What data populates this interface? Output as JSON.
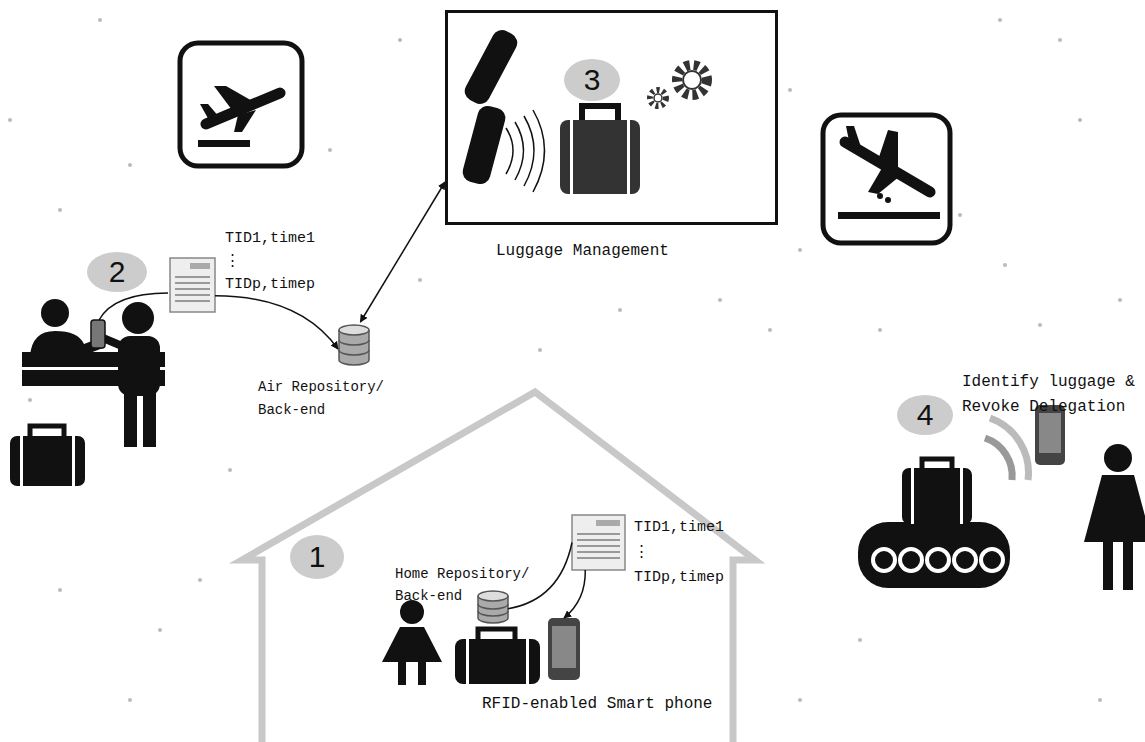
{
  "diagram": {
    "nodes": [
      {
        "text": [
          "Luggage Management"
        ]
      },
      {
        "text": [
          "TID1,time1 ⋮ TIDp,timep"
        ]
      },
      {
        "text": [
          "Air Repository/ Back-end"
        ]
      },
      {
        "text": [
          "Home Repository/ Back-end"
        ]
      },
      {
        "text": [
          "TID1,time1 ⋮ TIDp,timep"
        ]
      },
      {
        "text": [
          "RFID-enabled Smart phone"
        ]
      }
    ],
    "edges": [
      {
        "from": 1,
        "to": 2,
        "arrow": "to"
      },
      {
        "from": 2,
        "to": 0,
        "arrow": "both"
      },
      {
        "from": 3,
        "to": 4,
        "arrow": "none"
      },
      {
        "from": 4,
        "to": 5,
        "arrow": "to"
      }
    ],
    "labels": [
      "1",
      "2",
      "3",
      "4",
      "Identify luggage & Revoke Delegation"
    ]
  }
}
